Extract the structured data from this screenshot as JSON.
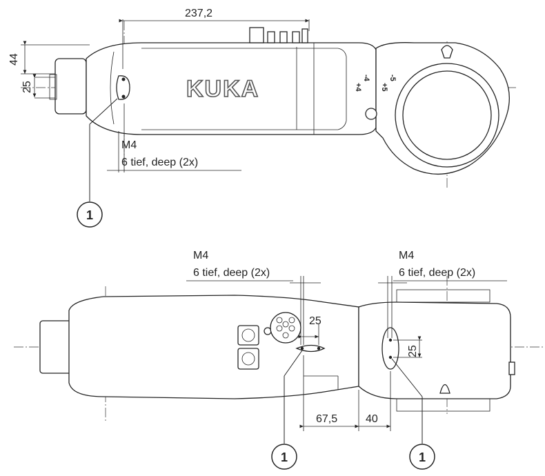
{
  "top_view": {
    "dim_width": "237,2",
    "dim_height_outer": "44",
    "dim_height_inner": "25",
    "brand_text": "KUKA",
    "thread_size": "M4",
    "thread_depth": "6 tief, deep (2x)",
    "callout": "1",
    "axis_labels": [
      "-4",
      "+4",
      "-5",
      "+5"
    ]
  },
  "side_view": {
    "left_thread_size": "M4",
    "left_thread_depth": "6 tief, deep (2x)",
    "right_thread_size": "M4",
    "right_thread_depth": "6 tief, deep (2x)",
    "dim_hole_spacing_left": "25",
    "dim_hole_spacing_right": "25",
    "dim_offset_a": "67,5",
    "dim_offset_b": "40",
    "callout_left": "1",
    "callout_right": "1"
  }
}
